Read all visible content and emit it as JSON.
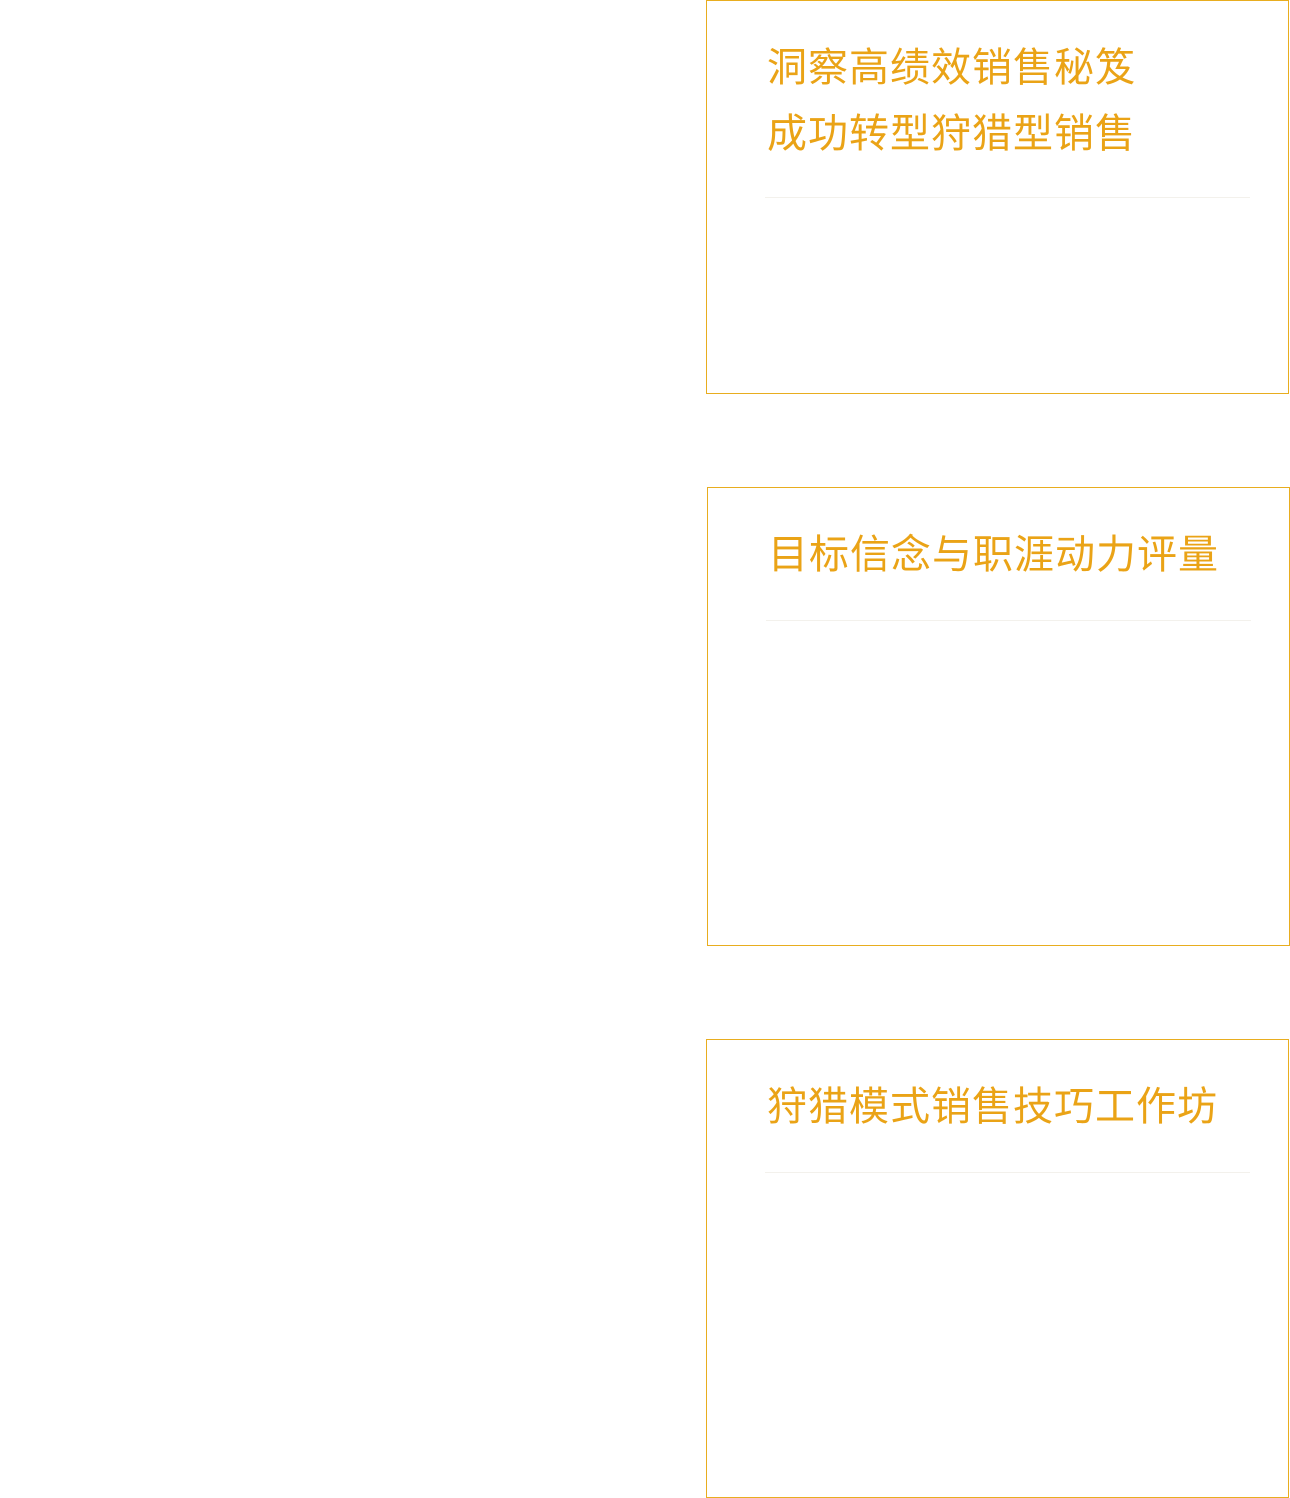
{
  "cards": [
    {
      "title_lines": [
        "洞察高绩效销售秘笈",
        "成功转型狩猎型销售"
      ]
    },
    {
      "title_lines": [
        "目标信念与职涯动力评量"
      ]
    },
    {
      "title_lines": [
        "狩猎模式销售技巧工作坊"
      ]
    }
  ],
  "colors": {
    "accent": "#eaa316",
    "border": "#e8ad1f",
    "divider": "#f3f1ec",
    "background": "#ffffff"
  }
}
